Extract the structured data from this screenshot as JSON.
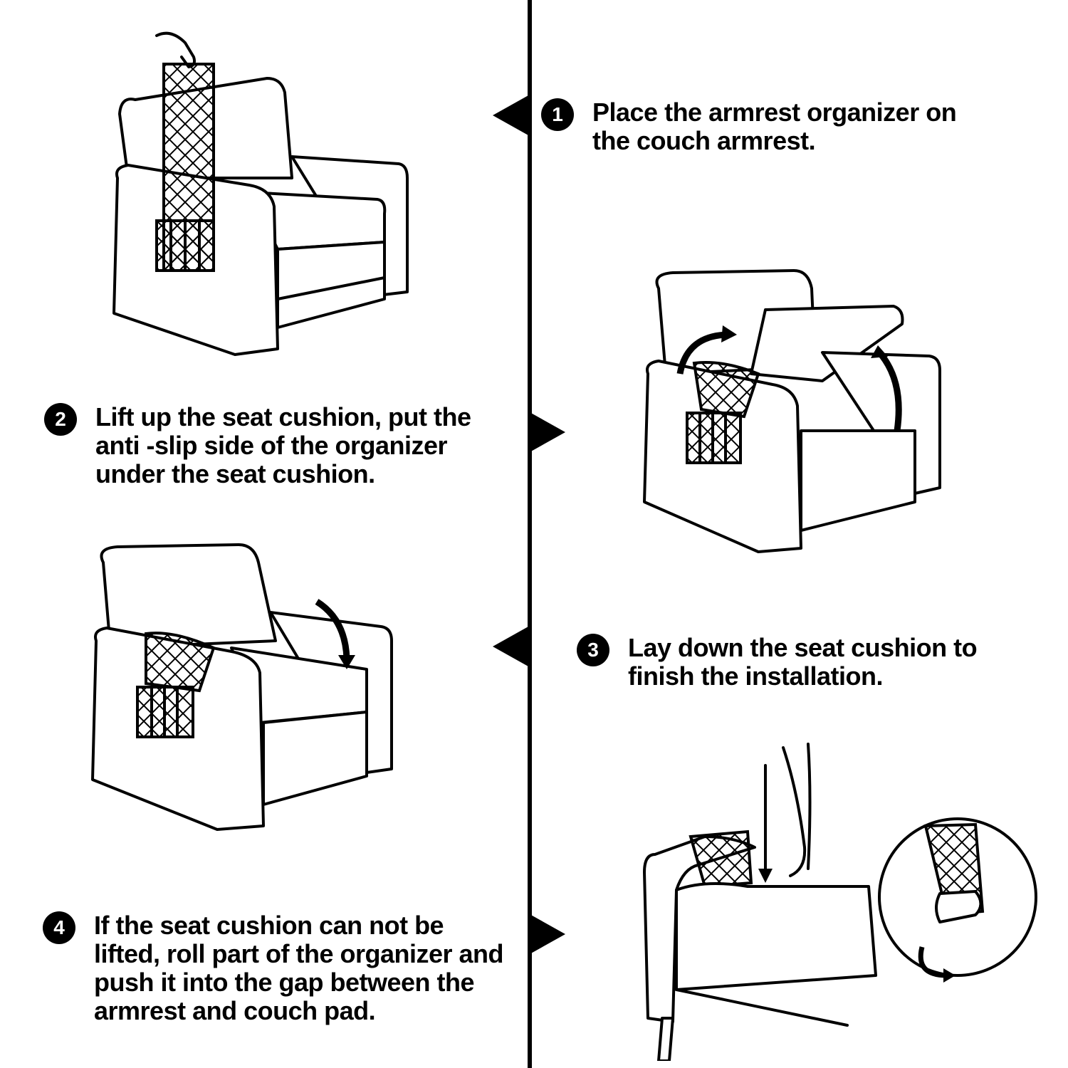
{
  "steps": [
    {
      "number": "1",
      "text": "Place the armrest organizer on the couch armrest."
    },
    {
      "number": "2",
      "text": "Lift up the seat cushion, put the anti -slip side of the organizer under the seat cushion."
    },
    {
      "number": "3",
      "text": "Lay down the seat cushion to finish the installation."
    },
    {
      "number": "4",
      "text": "If the seat cushion can not be lifted, roll part of the organizer and push it into the gap between the armrest and couch pad."
    }
  ],
  "colors": {
    "ink": "#000000",
    "background": "#ffffff"
  }
}
